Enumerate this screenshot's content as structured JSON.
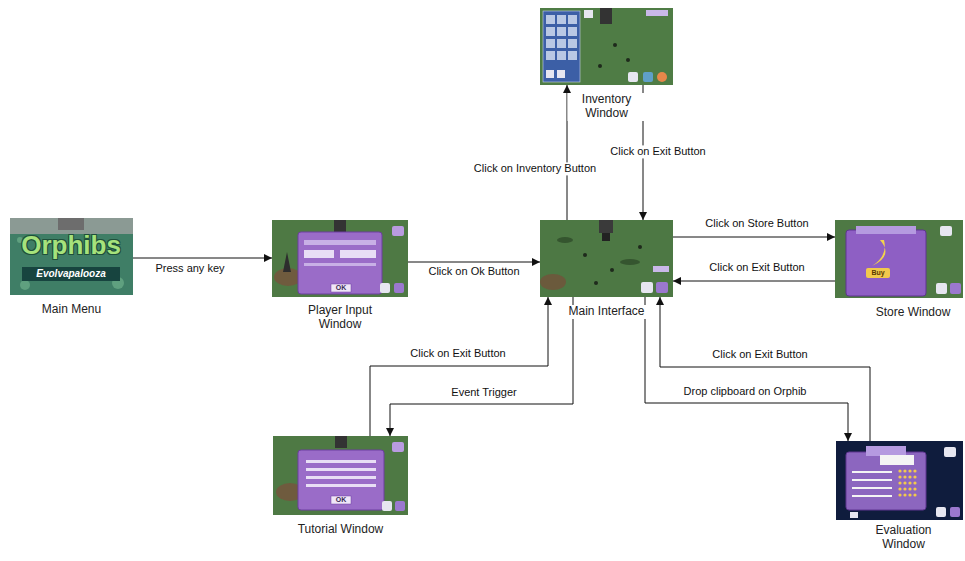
{
  "diagram": {
    "nodes": [
      {
        "text": [
          "Inventory Window"
        ]
      },
      {
        "text": [
          "Orphibs",
          "Evolvapalooza",
          "Main Menu"
        ]
      },
      {
        "text": [
          "OK",
          "Player Input Window"
        ]
      },
      {
        "text": [
          "Main Interface"
        ]
      },
      {
        "text": [
          "Buy",
          "Store Window"
        ]
      },
      {
        "text": [
          "OK",
          "Tutorial Window"
        ]
      },
      {
        "text": [
          "Evaluation Window"
        ]
      }
    ],
    "edges": [
      {
        "from": 1,
        "to": 2,
        "label": "Press any key",
        "arrow": "to"
      },
      {
        "from": 2,
        "to": 3,
        "label": "Click on Ok Button",
        "arrow": "to"
      },
      {
        "from": 3,
        "to": 0,
        "label": "Click on Inventory Button",
        "arrow": "to"
      },
      {
        "from": 0,
        "to": 3,
        "label": "Click on Exit Button",
        "arrow": "to"
      },
      {
        "from": 3,
        "to": 4,
        "label": "Click on Store Button",
        "arrow": "to"
      },
      {
        "from": 4,
        "to": 3,
        "label": "Click on Exit Button",
        "arrow": "to"
      },
      {
        "from": 3,
        "to": 5,
        "label": "Event Trigger",
        "arrow": "to"
      },
      {
        "from": 5,
        "to": 3,
        "label": "Click on Exit Button",
        "arrow": "to"
      },
      {
        "from": 3,
        "to": 6,
        "label": "Drop clipboard on Orphib",
        "arrow": "to"
      },
      {
        "from": 6,
        "to": 3,
        "label": "Click on Exit Button",
        "arrow": "to"
      }
    ]
  }
}
